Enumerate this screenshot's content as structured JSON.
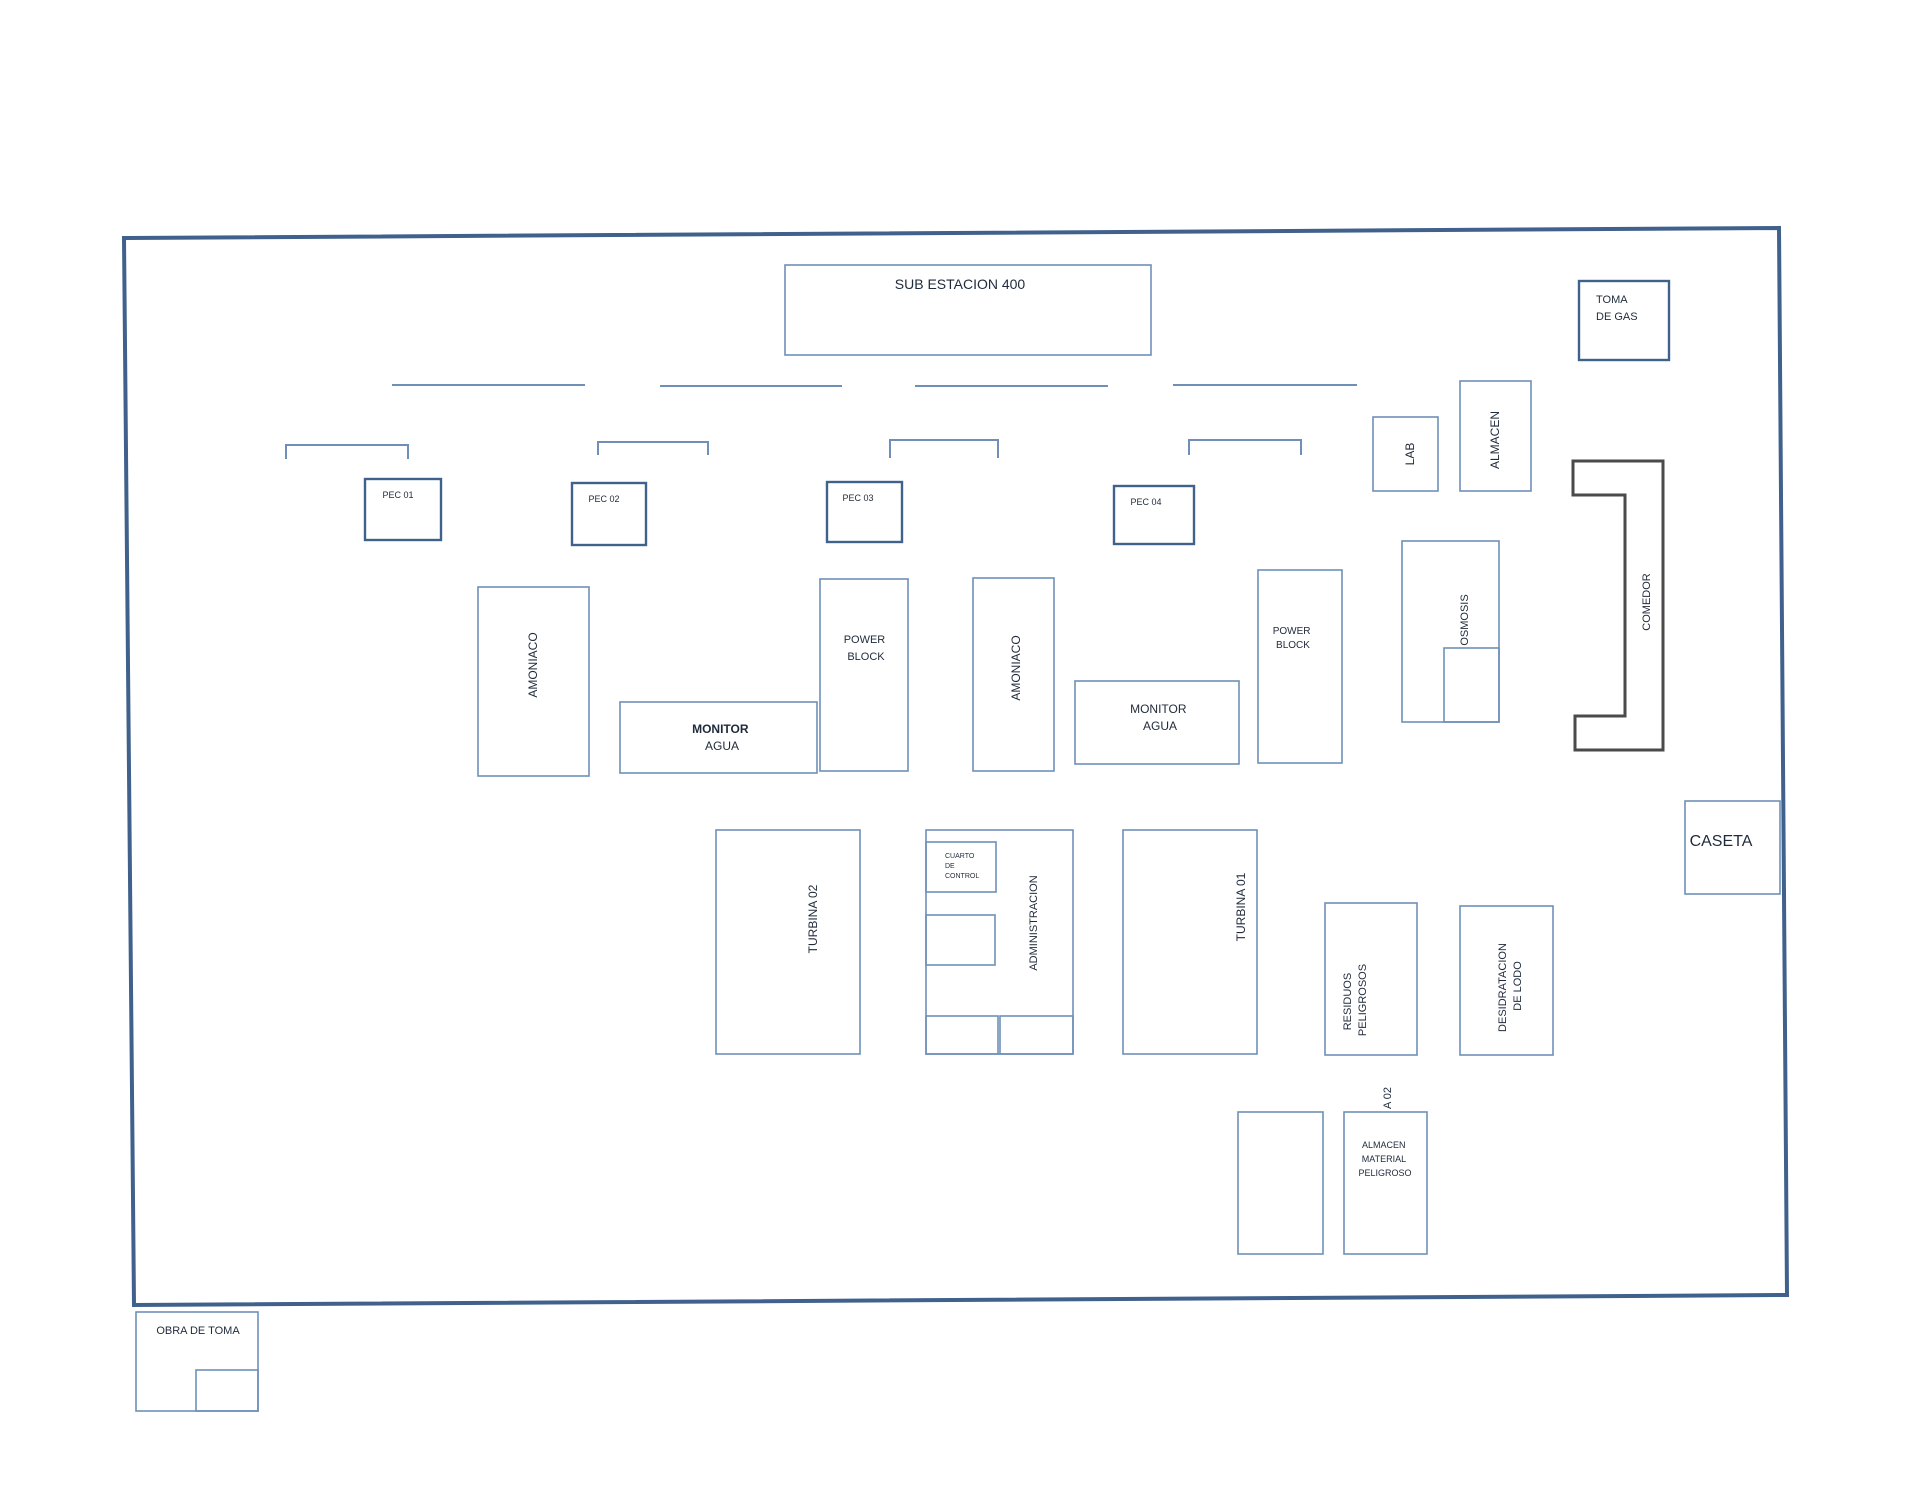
{
  "labels": {
    "sub_estacion": "SUB ESTACION 400",
    "toma_de_gas": [
      "TOMA",
      "DE GAS"
    ],
    "lab": "LAB",
    "almacen": "ALMACEN",
    "pec_01": "PEC 01",
    "pec_02": "PEC 02",
    "pec_03": "PEC 03",
    "pec_04": "PEC 04",
    "amoniaco_1": "AMONIACO",
    "amoniaco_2": "AMONIACO",
    "monitor_agua_1": [
      "MONITOR",
      "AGUA"
    ],
    "monitor_agua_2": [
      "MONITOR",
      "AGUA"
    ],
    "power_block_1": [
      "POWER",
      "BLOCK"
    ],
    "power_block_2": [
      "POWER",
      "BLOCK"
    ],
    "osmosis": "OSMOSIS",
    "comedor": "COMEDOR",
    "caseta": "CASETA",
    "turbina_02": "TURBINA 02",
    "turbina_01": "TURBINA 01",
    "cuarto_de_control": [
      "CUARTO",
      "DE",
      "CONTROL"
    ],
    "administracion": "ADMINISTRACION",
    "residuos_peligrosos": [
      "RESIDUOS",
      "PELIGROSOS"
    ],
    "deshidratacion_de_lodo": [
      "DESIDRATACION",
      "DE LODO"
    ],
    "a_02": "A 02",
    "almacen_material_peligroso": [
      "ALMACEN",
      "MATERIAL",
      "PELIGROSO"
    ],
    "obra_de_toma": "OBRA DE TOMA"
  },
  "colors": {
    "outline": "#3f618c",
    "structure": "#6f8fb7",
    "comedor": "#4a4a4a",
    "text": "#1f2a3a"
  }
}
